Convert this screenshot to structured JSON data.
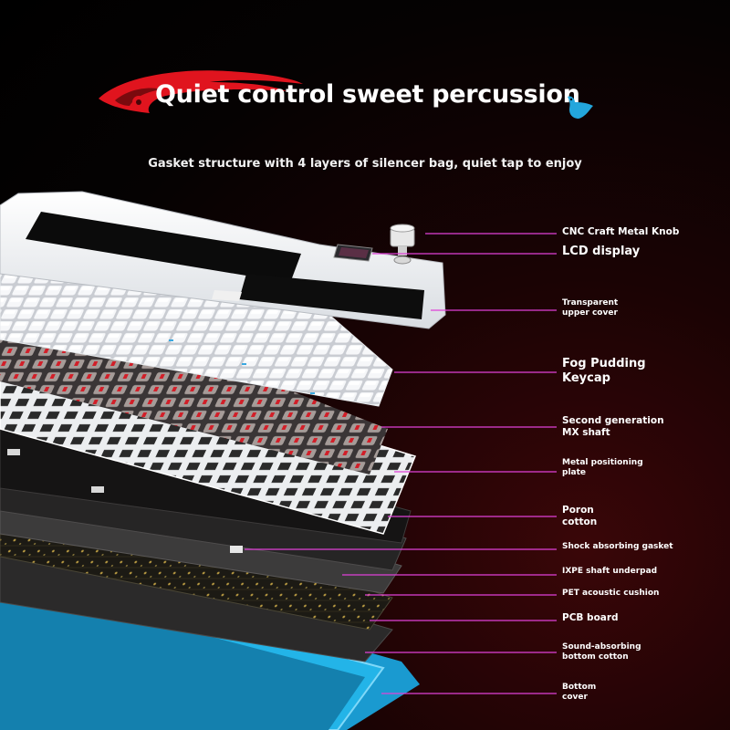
{
  "header": {
    "title": "Quiet control sweet percussion",
    "subtitle": "Gasket structure with 4 layers of silencer bag, quiet tap to enjoy"
  },
  "accent_colors": {
    "leader_line": "#e040d8",
    "bottom_cover": "#23b4e8",
    "logo_red": "#e0141e",
    "switch_stem": "#d21e28"
  },
  "icons": [
    "brand-car-logo",
    "blue-bird-logo"
  ],
  "layers": [
    {
      "id": "knob",
      "label": "CNC Craft Metal Knob"
    },
    {
      "id": "lcd",
      "label": "LCD display"
    },
    {
      "id": "upper-cover",
      "label": "Transparent\nupper cover"
    },
    {
      "id": "keycap",
      "label": "Fog Pudding\nKeycap"
    },
    {
      "id": "mx-shaft",
      "label": "Second generation\nMX shaft"
    },
    {
      "id": "plate",
      "label": "Metal positioning\nplate"
    },
    {
      "id": "poron",
      "label": "Poron\ncotton"
    },
    {
      "id": "gasket",
      "label": "Shock absorbing gasket"
    },
    {
      "id": "ixpe",
      "label": "IXPE shaft underpad"
    },
    {
      "id": "pet",
      "label": "PET acoustic cushion"
    },
    {
      "id": "pcb",
      "label": "PCB board"
    },
    {
      "id": "bottom-cotton",
      "label": "Sound-absorbing\nbottom cotton"
    },
    {
      "id": "bottom-cover",
      "label": "Bottom\ncover"
    }
  ]
}
